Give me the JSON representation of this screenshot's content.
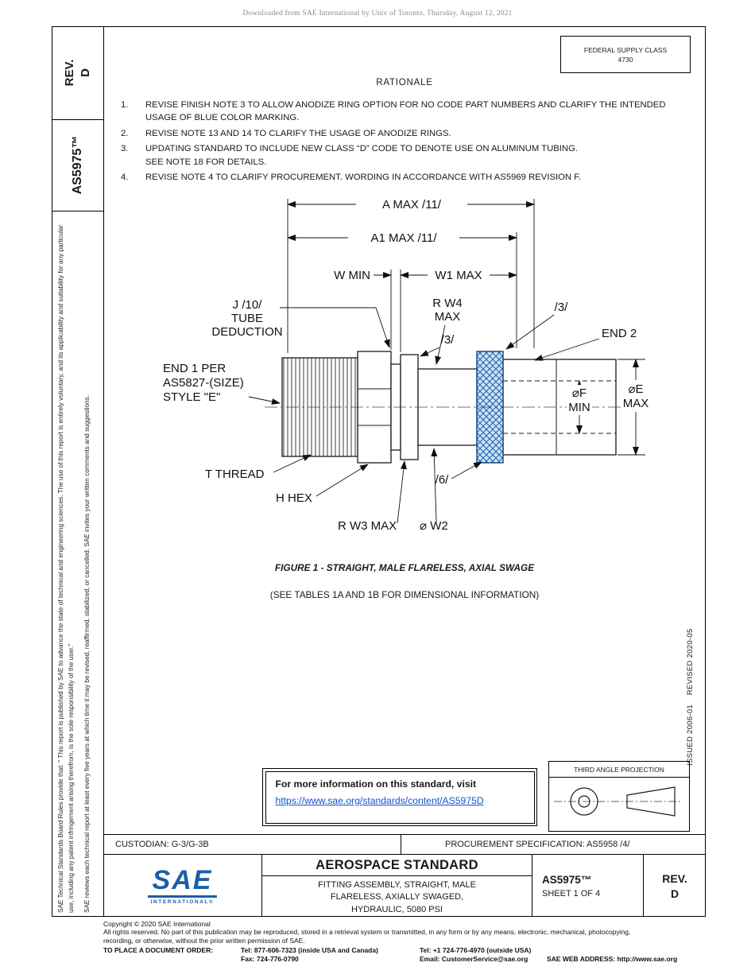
{
  "page": {
    "download_header": "Downloaded from SAE International by Univ of Toronto, Thursday, August 12, 2021"
  },
  "colors": {
    "link_blue": "#1155CC",
    "sae_blue": "#1b5faa",
    "swage_ring_fill": "#cfe4f6",
    "swage_ring_hatch": "#2f6fb5"
  },
  "left_sidebar": {
    "rev_label": "REV.",
    "rev_value": "D",
    "standard_number": "AS5975™",
    "boilerplate_1": "SAE Technical Standards Board Rules provide that: \" This report is published by SAE to advance the state of technical and engineering sciences. The use of this report is entirely voluntary, and its applicability and suitability for any particular use, including any patent infringement arising therefrom, is the sole responsibility of the user.\"",
    "boilerplate_2": "SAE reviews each technical report at least every five years at which time it may be revised, reaffirmed, stabilized, or cancelled. SAE invites your written comments and suggestions."
  },
  "header": {
    "federal_supply_class_label": "FEDERAL SUPPLY CLASS",
    "federal_supply_class_value": "4730"
  },
  "rationale": {
    "title": "RATIONALE",
    "items": [
      {
        "num": "1.",
        "text": "REVISE FINISH NOTE 3 TO ALLOW ANODIZE RING OPTION FOR NO CODE PART NUMBERS AND CLARIFY THE INTENDED USAGE OF BLUE COLOR MARKING."
      },
      {
        "num": "2.",
        "text": "REVISE NOTE 13 AND 14 TO CLARIFY THE USAGE OF ANODIZE RINGS."
      },
      {
        "num": "3.",
        "text": "UPDATING STANDARD TO INCLUDE NEW CLASS “D” CODE TO DENOTE USE ON ALUMINUM TUBING.\nSEE NOTE 18 FOR DETAILS."
      },
      {
        "num": "4.",
        "text": "REVISE NOTE 4 TO CLARIFY PROCUREMENT. WORDING IN ACCORDANCE WITH AS5969 REVISION F."
      }
    ]
  },
  "figure": {
    "labels": {
      "a_max": "A MAX /11/",
      "a1_max": "A1 MAX /11/",
      "w_min": "W MIN",
      "w1_max": "W1 MAX",
      "j_line1": "J /10/",
      "j_line2": "TUBE",
      "j_line3": "DEDUCTION",
      "rw4_line1": "R W4",
      "rw4_line2": "MAX",
      "flag_3": "/3/",
      "end2": "END 2",
      "end1_line1": "END 1 PER",
      "end1_line2": "AS5827-(SIZE)",
      "end1_line3": "STYLE \"E\"",
      "dia_f_line1": "⌀F",
      "dia_f_line2": "MIN",
      "dia_e_line1": "⌀E",
      "dia_e_line2": "MAX",
      "t_thread": "T THREAD",
      "h_hex": "H HEX",
      "r_w3": "R W3 MAX",
      "dia_w2": "⌀ W2",
      "flag_6": "/6/"
    },
    "caption": "FIGURE 1 - STRAIGHT, MALE FLARELESS, AXIAL SWAGE",
    "subcaption": "(SEE TABLES 1A AND 1B FOR DIMENSIONAL INFORMATION)"
  },
  "revision_history": "ISSUED 2006-01    REVISED 2020-05",
  "info_box": {
    "line1": "For more information on this standard, visit",
    "link": "https://www.sae.org/standards/content/AS5975D"
  },
  "projection_box": {
    "title": "THIRD ANGLE PROJECTION"
  },
  "custodian_row": {
    "custodian": "CUSTODIAN: G-3/G-3B",
    "procurement": "PROCUREMENT SPECIFICATION: AS5958 /4/"
  },
  "title_block": {
    "logo_text": "SAE",
    "logo_sub": "INTERNATIONAL®",
    "doc_type": "AEROSPACE STANDARD",
    "doc_title": "FITTING ASSEMBLY, STRAIGHT, MALE\nFLARELESS, AXIALLY SWAGED,\nHYDRAULIC, 5080 PSI",
    "doc_number": "AS5975™",
    "sheet": "SHEET 1 OF 4",
    "rev_label": "REV.",
    "rev_value": "D"
  },
  "footer": {
    "copyright": "Copyright © 2020 SAE International",
    "rights": "All rights reserved. No part of this publication may be reproduced, stored in a retrieval system or transmitted, in any form or by any means, electronic, mechanical, photocopying,\nrecording, or otherwise, without the prior written permission of SAE.",
    "order_label": "TO PLACE A DOCUMENT ORDER:",
    "tel1": "Tel: 877-606-7323 (inside USA and Canada)",
    "tel2": "Tel: +1 724-776-4970 (outside USA)",
    "fax": "Fax: 724-776-0790",
    "email": "Email: CustomerService@sae.org",
    "web": "SAE WEB ADDRESS: http://www.sae.org"
  }
}
